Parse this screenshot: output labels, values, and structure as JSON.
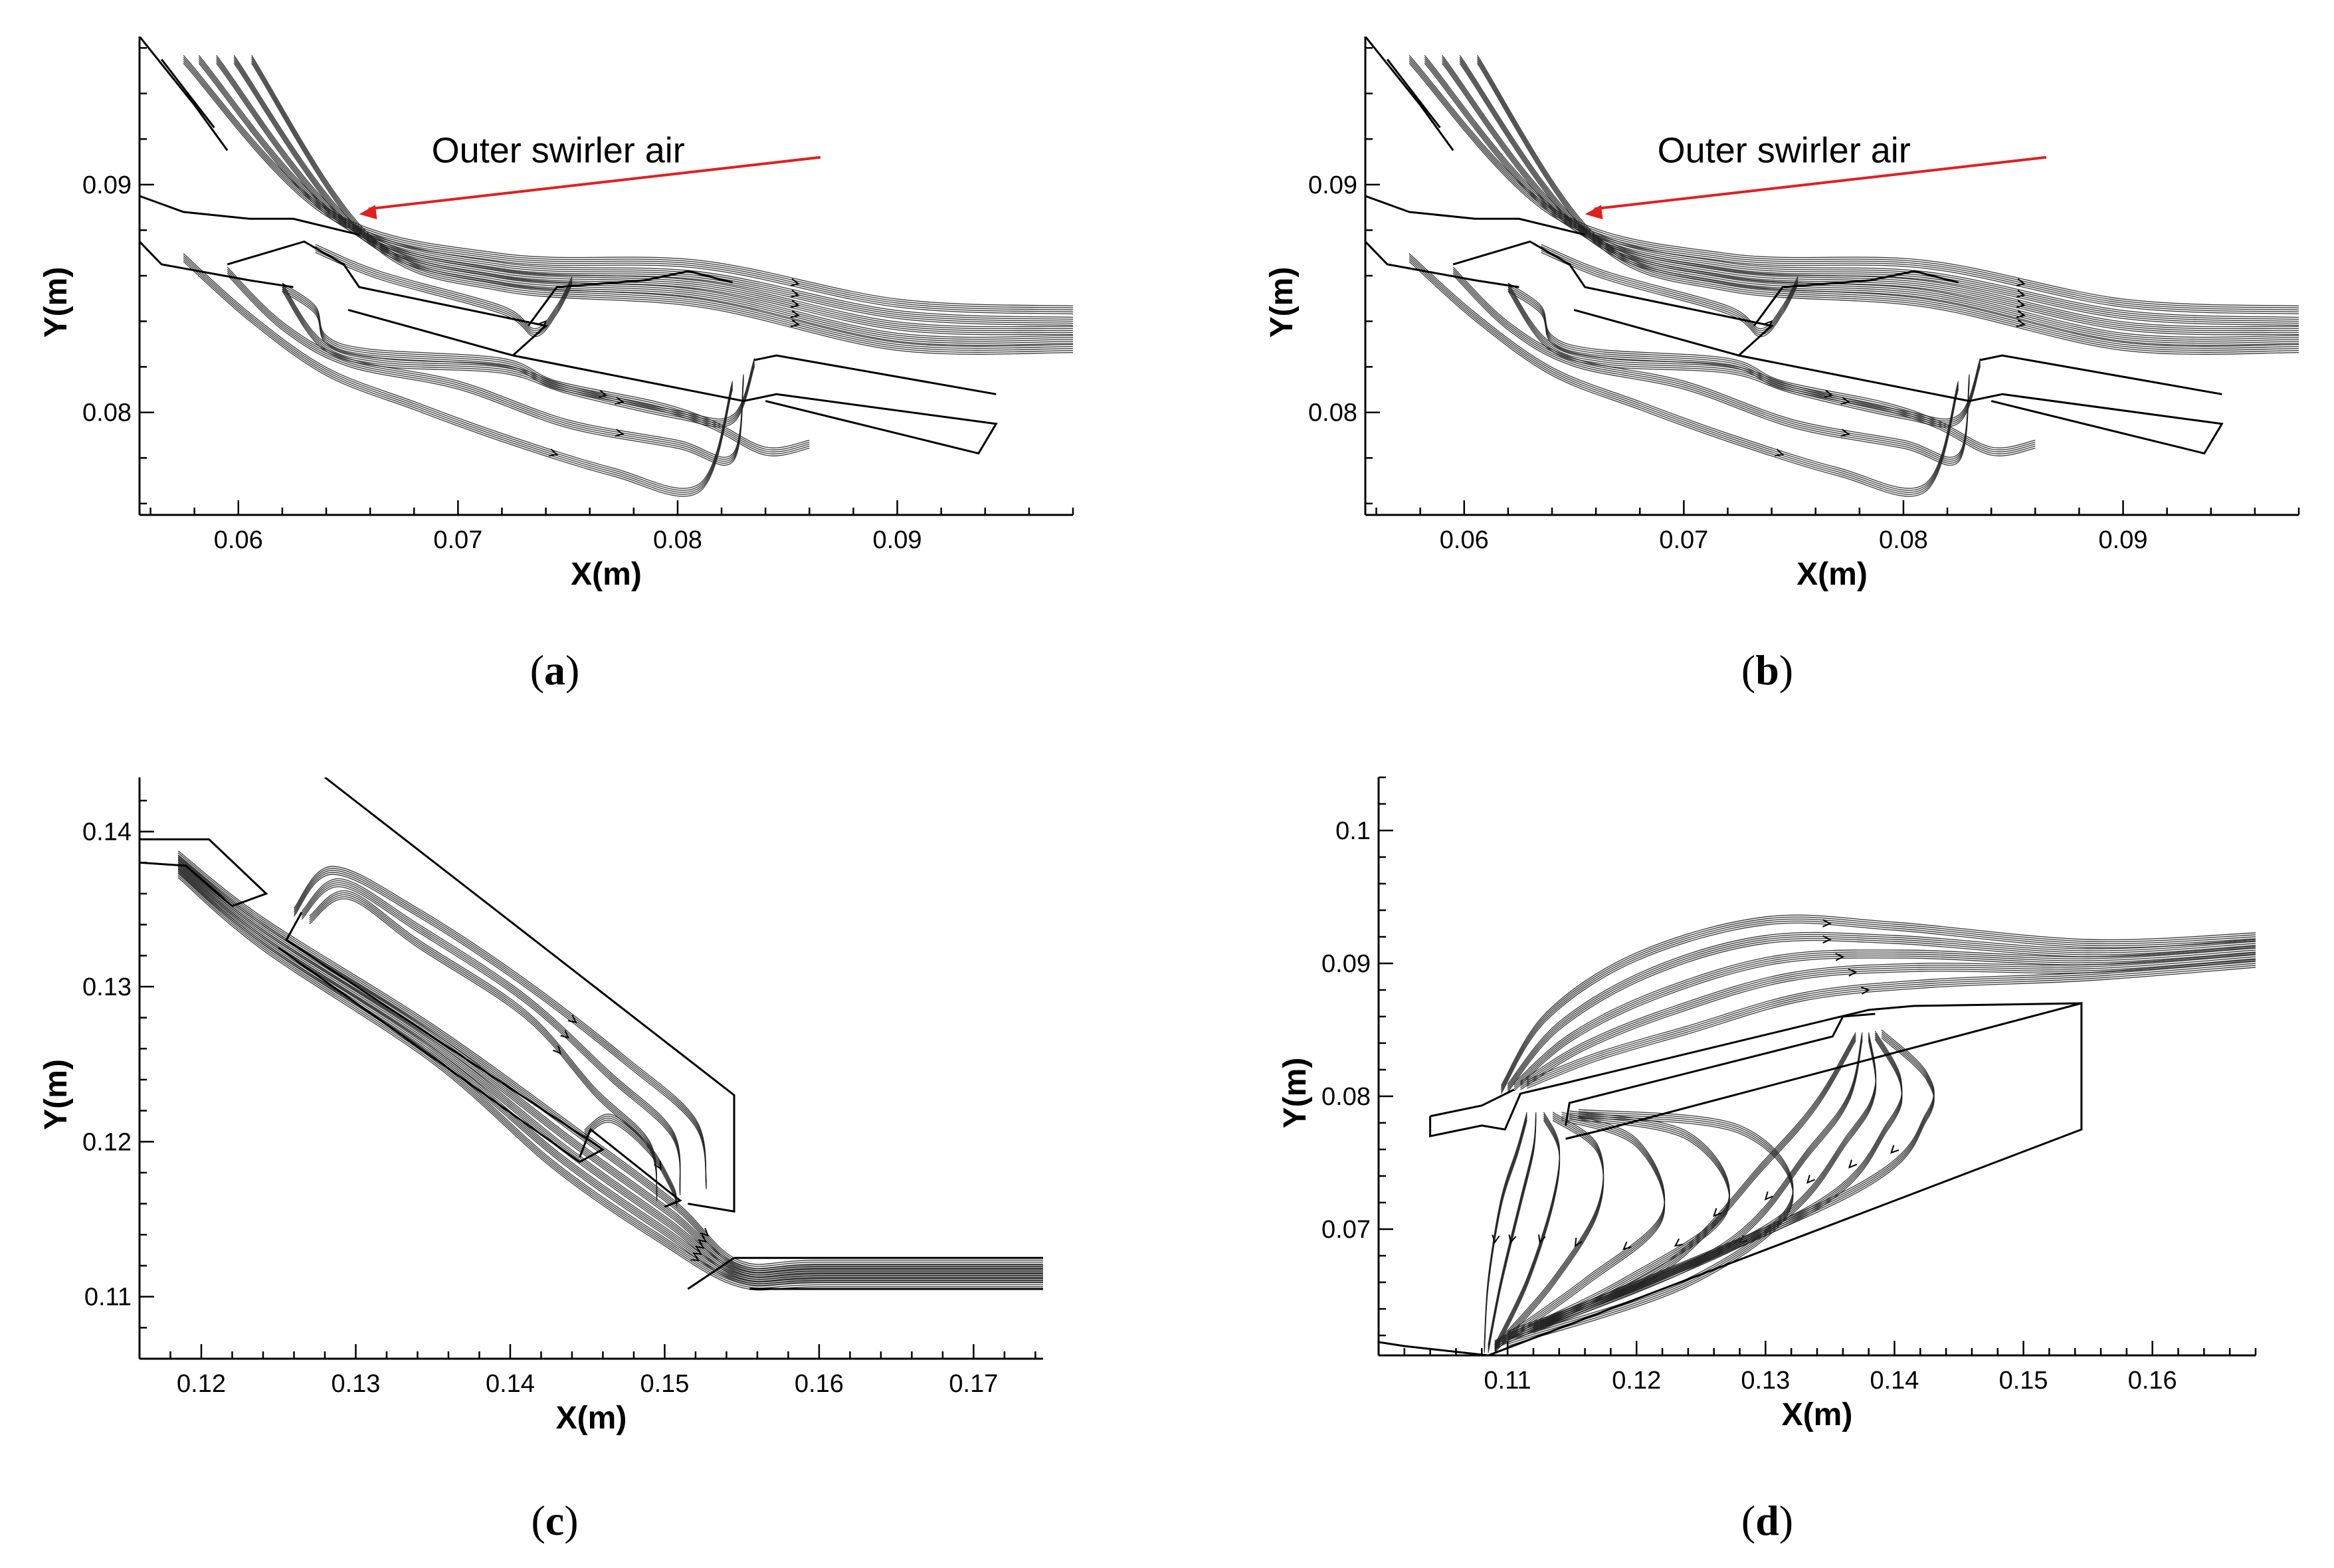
{
  "annotation": {
    "text": "Outer swirler air",
    "arrow_color": "#e02020"
  },
  "panels": [
    {
      "id": "a",
      "label": "a",
      "xlabel": "X(m)",
      "ylabel": "Y(m)",
      "xlim": [
        0.0555,
        0.098
      ],
      "ylim": [
        0.0755,
        0.0965
      ],
      "xticks": [
        "0.06",
        "0.07",
        "0.08",
        "0.09"
      ],
      "yticks": [
        "0.08",
        "0.09"
      ],
      "xtick_values": [
        0.06,
        0.07,
        0.08,
        0.09
      ],
      "ytick_values": [
        0.08,
        0.09
      ],
      "has_annotation": true
    },
    {
      "id": "b",
      "label": "b",
      "xlabel": "X(m)",
      "ylabel": "Y(m)",
      "xlim": [
        0.0555,
        0.098
      ],
      "ylim": [
        0.0755,
        0.0965
      ],
      "xticks": [
        "0.06",
        "0.07",
        "0.08",
        "0.09"
      ],
      "yticks": [
        "0.08",
        "0.09"
      ],
      "xtick_values": [
        0.06,
        0.07,
        0.08,
        0.09
      ],
      "ytick_values": [
        0.08,
        0.09
      ],
      "has_annotation": true
    },
    {
      "id": "c",
      "label": "c",
      "xlabel": "X(m)",
      "ylabel": "Y(m)",
      "xlim": [
        0.116,
        0.1745
      ],
      "ylim": [
        0.106,
        0.1435
      ],
      "xticks": [
        "0.12",
        "0.13",
        "0.14",
        "0.15",
        "0.16",
        "0.17"
      ],
      "yticks": [
        "0.11",
        "0.12",
        "0.13",
        "0.14"
      ],
      "xtick_values": [
        0.12,
        0.13,
        0.14,
        0.15,
        0.16,
        0.17
      ],
      "ytick_values": [
        0.11,
        0.12,
        0.13,
        0.14
      ],
      "has_annotation": false
    },
    {
      "id": "d",
      "label": "d",
      "xlabel": "X(m)",
      "ylabel": "Y(m)",
      "xlim": [
        0.1,
        0.168
      ],
      "ylim": [
        0.0605,
        0.104
      ],
      "xticks": [
        "0.11",
        "0.12",
        "0.13",
        "0.14",
        "0.15",
        "0.16"
      ],
      "yticks": [
        "0.07",
        "0.08",
        "0.09",
        "0.1"
      ],
      "xtick_values": [
        0.11,
        0.12,
        0.13,
        0.14,
        0.15,
        0.16
      ],
      "ytick_values": [
        0.07,
        0.08,
        0.09,
        0.1
      ],
      "has_annotation": false
    }
  ]
}
